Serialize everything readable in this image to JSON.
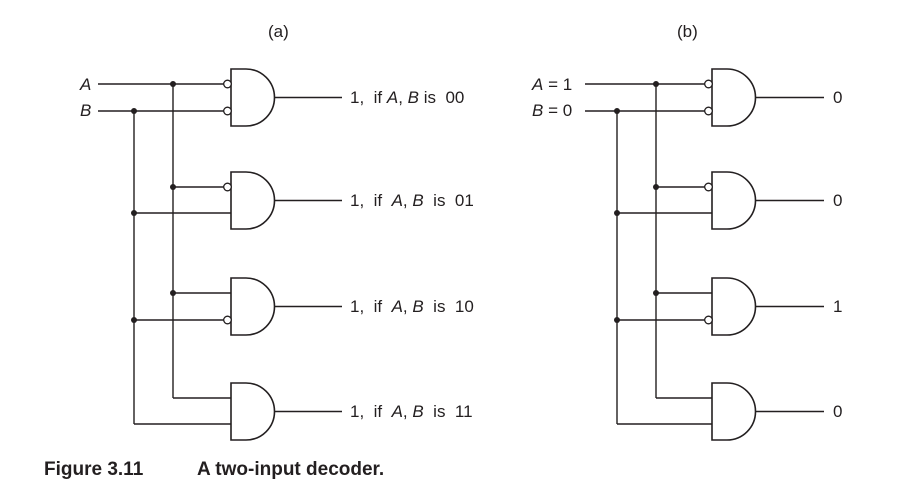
{
  "panel_a": {
    "tag": "(a)",
    "input_a": "A",
    "input_b": "B",
    "outputs": [
      {
        "pre": "1,  if ",
        "var_a": "A",
        "sep": ", ",
        "var_b": "B",
        "post": " is  00"
      },
      {
        "pre": "1,  if  ",
        "var_a": "A",
        "sep": ", ",
        "var_b": "B",
        "post": "  is  01"
      },
      {
        "pre": "1,  if  ",
        "var_a": "A",
        "sep": ", ",
        "var_b": "B",
        "post": "  is  10"
      },
      {
        "pre": "1,  if  ",
        "var_a": "A",
        "sep": ", ",
        "var_b": "B",
        "post": "  is  11"
      }
    ]
  },
  "panel_b": {
    "tag": "(b)",
    "input_a": {
      "name": "A",
      "value": " = 1"
    },
    "input_b": {
      "name": "B",
      "value": " = 0"
    },
    "outputs": [
      "0",
      "0",
      "1",
      "0"
    ]
  },
  "caption": {
    "number": "Figure 3.11",
    "text": "A two-input decoder."
  }
}
